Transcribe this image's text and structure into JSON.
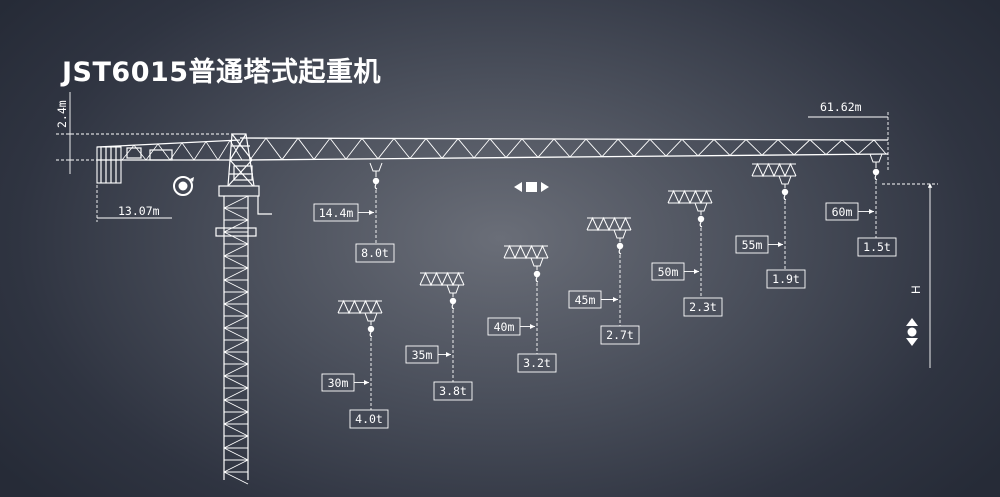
{
  "title": "JST6015普通塔式起重机",
  "dimensions": {
    "max_radius": "61.62m",
    "counter_jib": "13.07m",
    "top_height": "2.4m",
    "hook_height": "H"
  },
  "load_chart": [
    {
      "radius": "14.4m",
      "load": "8.0t"
    },
    {
      "radius": "30m",
      "load": "4.0t"
    },
    {
      "radius": "35m",
      "load": "3.8t"
    },
    {
      "radius": "40m",
      "load": "3.2t"
    },
    {
      "radius": "45m",
      "load": "2.7t"
    },
    {
      "radius": "50m",
      "load": "2.3t"
    },
    {
      "radius": "55m",
      "load": "1.9t"
    },
    {
      "radius": "60m",
      "load": "1.5t"
    }
  ],
  "icons": {
    "slewing": "rotate-icon",
    "trolley": "trolley-travel-icon",
    "hoist": "hoist-updown-icon"
  }
}
